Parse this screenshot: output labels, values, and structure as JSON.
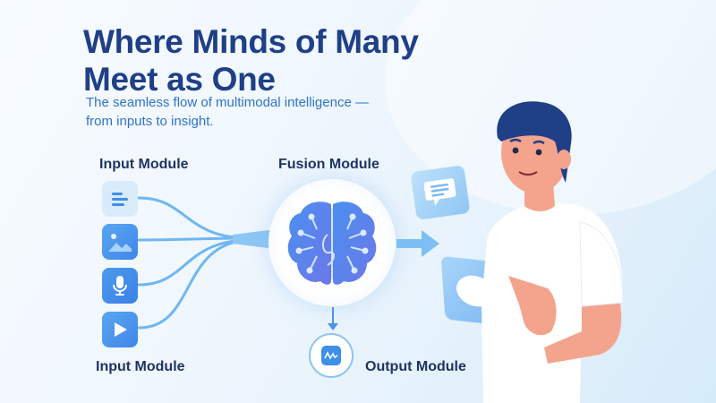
{
  "header": {
    "title_line1": "Where Minds of Many",
    "title_line2": "Meet as One",
    "subtitle_line1": "The seamless flow of multimodal intelligence —",
    "subtitle_line2": "from inputs to insight."
  },
  "diagram": {
    "input_label_top": "Input Module",
    "input_label_bottom": "Input Module",
    "fusion_label": "Fusion Module",
    "output_label": "Output Module",
    "inputs": [
      {
        "type": "text",
        "icon": "text-lines-icon"
      },
      {
        "type": "image",
        "icon": "image-icon"
      },
      {
        "type": "audio",
        "icon": "microphone-icon"
      },
      {
        "type": "video",
        "icon": "play-icon"
      }
    ],
    "fusion_icon": "brain-circuit-icon",
    "output_icon": "waveform-icon",
    "colors": {
      "title": "#1f3f86",
      "subtitle": "#2f73c9",
      "label": "#1f3464",
      "flow": "#6fb6f2",
      "brain": "#4a84e6",
      "hair": "#1f3f86",
      "skin": "#f4a48c"
    }
  }
}
